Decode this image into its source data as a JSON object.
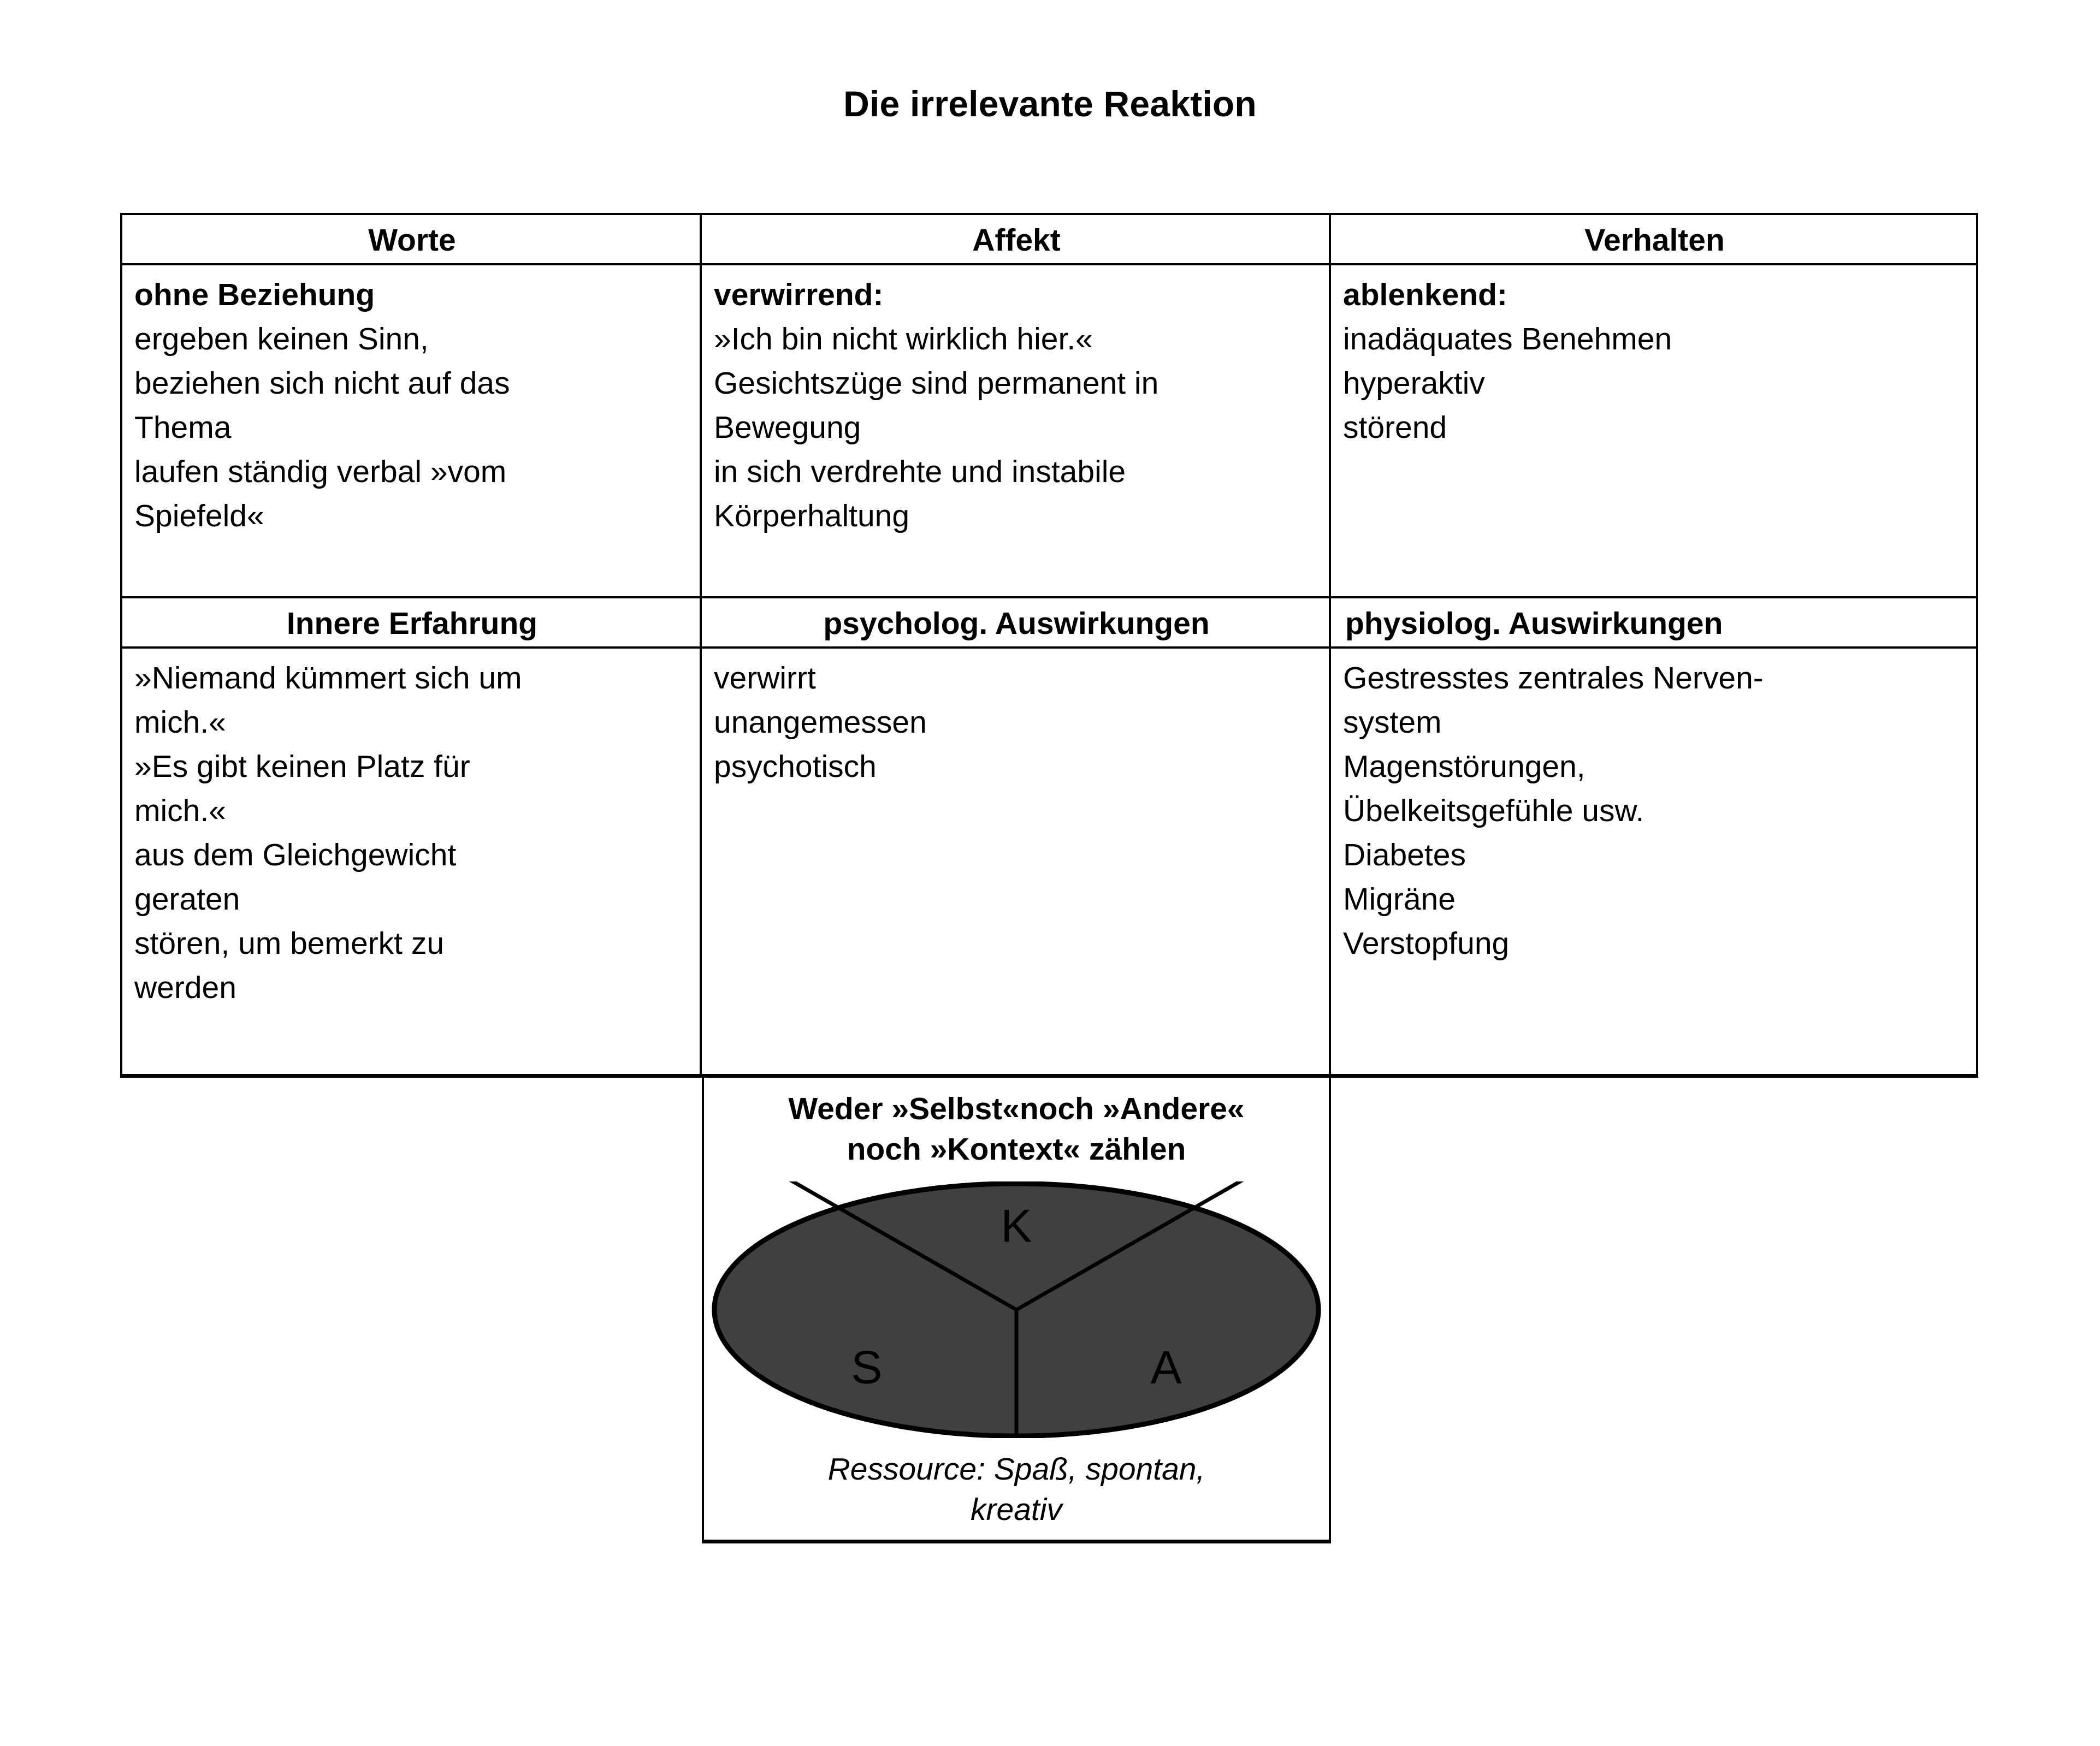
{
  "document": {
    "title": "Die irrelevante Reaktion"
  },
  "table": {
    "header_row_1": [
      {
        "label": "Worte",
        "align": "center"
      },
      {
        "label": "Affekt",
        "align": "center"
      },
      {
        "label": "Verhalten",
        "align": "center"
      }
    ],
    "body_row_1": [
      {
        "lead": "ohne Beziehung",
        "lines": [
          "ergeben keinen Sinn,",
          "beziehen sich nicht auf das",
          "Thema",
          "laufen ständig verbal »vom",
          "Spiefeld«"
        ]
      },
      {
        "lead": "verwirrend:",
        "lines": [
          "»Ich bin nicht wirklich hier.«",
          "Gesichtszüge sind permanent in",
          "Bewegung",
          "in sich verdrehte und instabile",
          "Körperhaltung"
        ]
      },
      {
        "lead": "ablenkend:",
        "lines": [
          "inadäquates Benehmen",
          "hyperaktiv",
          "störend"
        ]
      }
    ],
    "header_row_2": [
      {
        "label": "Innere Erfahrung",
        "align": "center"
      },
      {
        "label": "psycholog. Auswirkungen",
        "align": "center"
      },
      {
        "label": "physiolog. Auswirkungen",
        "align": "left"
      }
    ],
    "body_row_2": [
      {
        "lead": "",
        "lines": [
          "»Niemand kümmert sich um",
          "mich.«",
          "»Es gibt keinen Platz für",
          "mich.«",
          "aus dem Gleichgewicht",
          "geraten",
          "stören, um bemerkt zu",
          "werden"
        ]
      },
      {
        "lead": "",
        "lines": [
          "verwirrt",
          "unangemessen",
          "psychotisch"
        ]
      },
      {
        "lead": "",
        "lines": [
          "Gestresstes zentrales Nerven-",
          "system",
          "Magenstörungen,",
          "Übelkeitsgefühle usw.",
          "Diabetes",
          "Migräne",
          "Verstopfung"
        ]
      }
    ]
  },
  "diagram": {
    "title_lines": [
      "Weder »Selbst«noch »Andere«",
      "noch »Kontext« zählen"
    ],
    "caption_lines": [
      "Ressource: Spaß, spontan,",
      "kreativ"
    ],
    "chart_data": {
      "type": "pie",
      "title": "Weder »Selbst«noch »Andere« noch »Kontext« zählen",
      "categories": [
        "K",
        "S",
        "A"
      ],
      "values": [
        33.3,
        33.3,
        33.3
      ],
      "labels_meaning": {
        "K": "Kontext",
        "S": "Selbst",
        "A": "Andere"
      },
      "slice_fill": "#404040",
      "slice_stroke": "#000000",
      "legend": "none",
      "label_positions": {
        "K": "top",
        "S": "lower-left",
        "A": "lower-right"
      }
    },
    "colors": {
      "fill": "#404040",
      "stroke": "#000000"
    }
  }
}
